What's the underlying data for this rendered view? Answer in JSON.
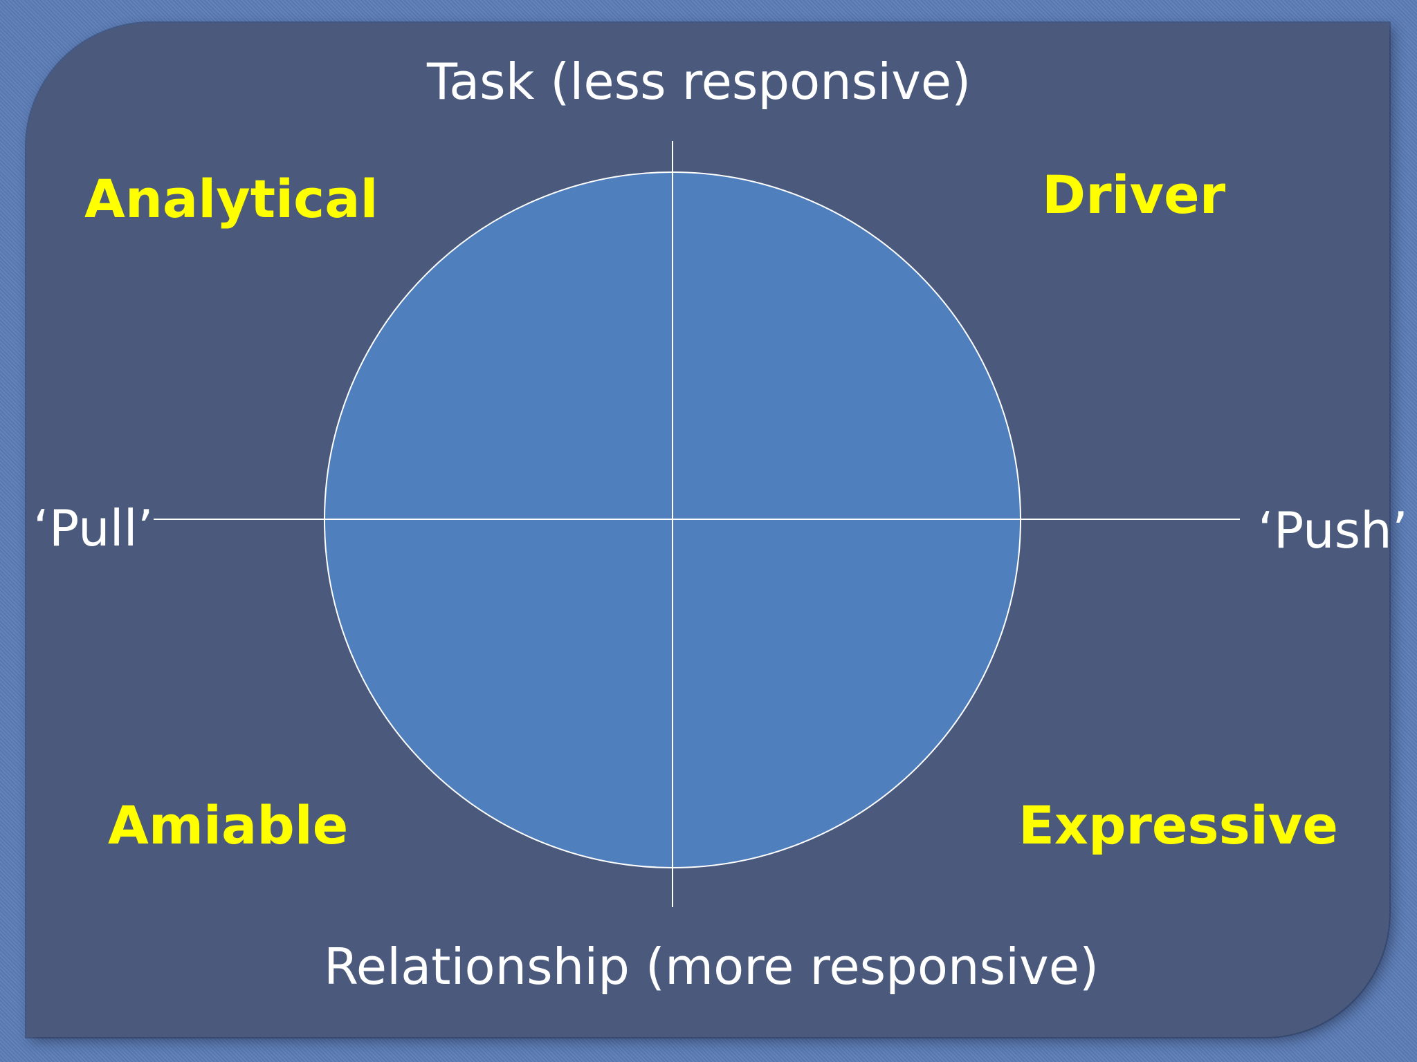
{
  "colors": {
    "frame": "#5b7cb6",
    "panel": "#4b5a7c",
    "circle_fill": "#4f80bd",
    "lines": "#ffffff",
    "axis_text": "#ffffff",
    "quadrant_text": "#ffff00"
  },
  "axes": {
    "top": "Task (less responsive)",
    "bottom": "Relationship (more responsive)",
    "left": "‘Pull’",
    "right": "‘Push’"
  },
  "quadrants": {
    "top_left": "Analytical",
    "top_right": "Driver",
    "bottom_left": "Amiable",
    "bottom_right": "Expressive"
  }
}
